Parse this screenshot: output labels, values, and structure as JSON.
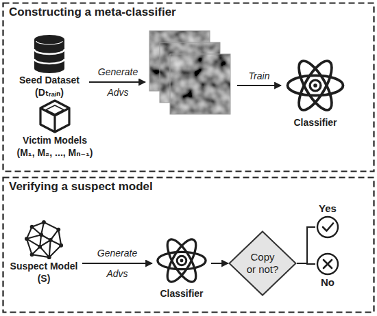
{
  "diagram": {
    "nodes": [
      {
        "text": [
          "Constructing a meta-classifier"
        ]
      },
      {
        "text": [
          "Seed Dataset (Dₜᵣₐᵢₙ)"
        ],
        "in": 0
      },
      {
        "text": [
          "Victim Models (M₁, M₂, ..., Mₙ₋₁)"
        ],
        "in": 0
      },
      {
        "text": [
          "Classifier"
        ],
        "in": 0
      },
      {
        "text": [
          "Verifying a suspect model"
        ]
      },
      {
        "text": [
          "Suspect Model (S)"
        ],
        "in": 4
      },
      {
        "text": [
          "Classifier"
        ],
        "in": 4
      },
      {
        "text": [
          "Copy or not?"
        ],
        "in": 4
      },
      {
        "text": [
          "Yes"
        ],
        "in": 4
      },
      {
        "text": [
          "No"
        ],
        "in": 4
      }
    ],
    "edges": [
      {
        "from": 5,
        "to": 6,
        "label": "Generate Advs",
        "arrow": "to"
      },
      {
        "from": 6,
        "to": 7,
        "arrow": "to"
      },
      {
        "from": 7,
        "to": 8,
        "arrow": "none"
      },
      {
        "from": 7,
        "to": 9,
        "arrow": "none"
      }
    ],
    "labels": [
      "Generate Advs",
      "Train"
    ]
  }
}
